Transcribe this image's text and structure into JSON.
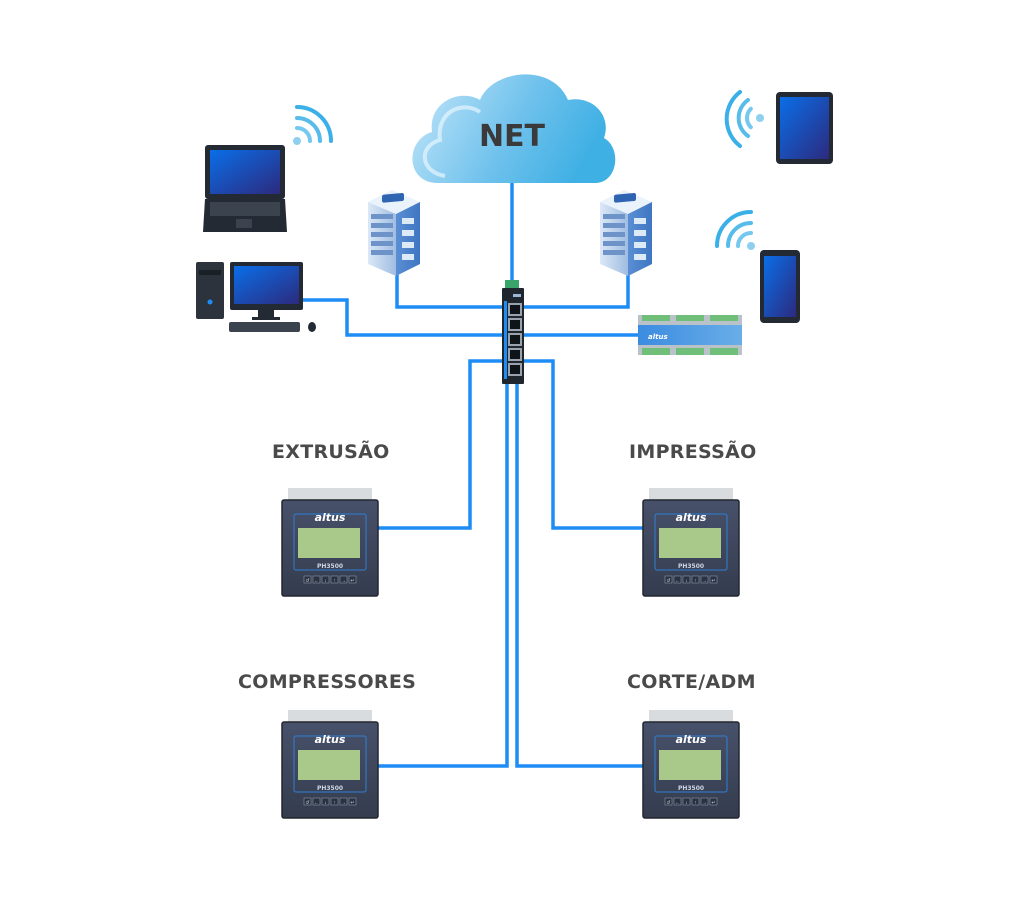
{
  "diagram": {
    "title": "Industrial network topology",
    "cloud": {
      "label": "NET",
      "icon": "cloud-icon"
    },
    "switch": {
      "icon": "ethernet-switch-icon",
      "ports": 5
    },
    "plc": {
      "icon": "plc-controller-icon",
      "brand": "altus"
    },
    "servers": [
      {
        "id": "server-left",
        "icon": "server-rack-icon"
      },
      {
        "id": "server-right",
        "icon": "server-rack-icon"
      }
    ],
    "clients": [
      {
        "id": "laptop",
        "icon": "laptop-icon",
        "wireless": true
      },
      {
        "id": "desktop",
        "icon": "desktop-computer-icon",
        "wireless": false
      },
      {
        "id": "tablet",
        "icon": "tablet-icon",
        "wireless": true
      },
      {
        "id": "smartphone",
        "icon": "smartphone-icon",
        "wireless": true
      }
    ],
    "panels": [
      {
        "id": "extrusao",
        "label": "EXTRUSÃO",
        "brand": "altus",
        "model": "PH3500"
      },
      {
        "id": "impressao",
        "label": "IMPRESSÃO",
        "brand": "altus",
        "model": "PH3500"
      },
      {
        "id": "compressores",
        "label": "COMPRESSORES",
        "brand": "altus",
        "model": "PH3500"
      },
      {
        "id": "corte-adm",
        "label": "CORTE/ADM",
        "brand": "altus",
        "model": "PH3500"
      }
    ],
    "panel_keys": [
      "↺",
      "←",
      "↓",
      "↑",
      "→",
      "↵"
    ],
    "colors": {
      "link": "#1e8cf5",
      "cloud_light": "#b9e0f7",
      "cloud_dark": "#4fb3e6",
      "label": "#4a4a4a",
      "device_dark": "#232a33",
      "screen_blue": "#0a6ee8",
      "screen_purple": "#2a2a80",
      "panel_body": "#3d4659",
      "lcd": "#a8c98a",
      "wifi": "#3bb0e8"
    }
  }
}
